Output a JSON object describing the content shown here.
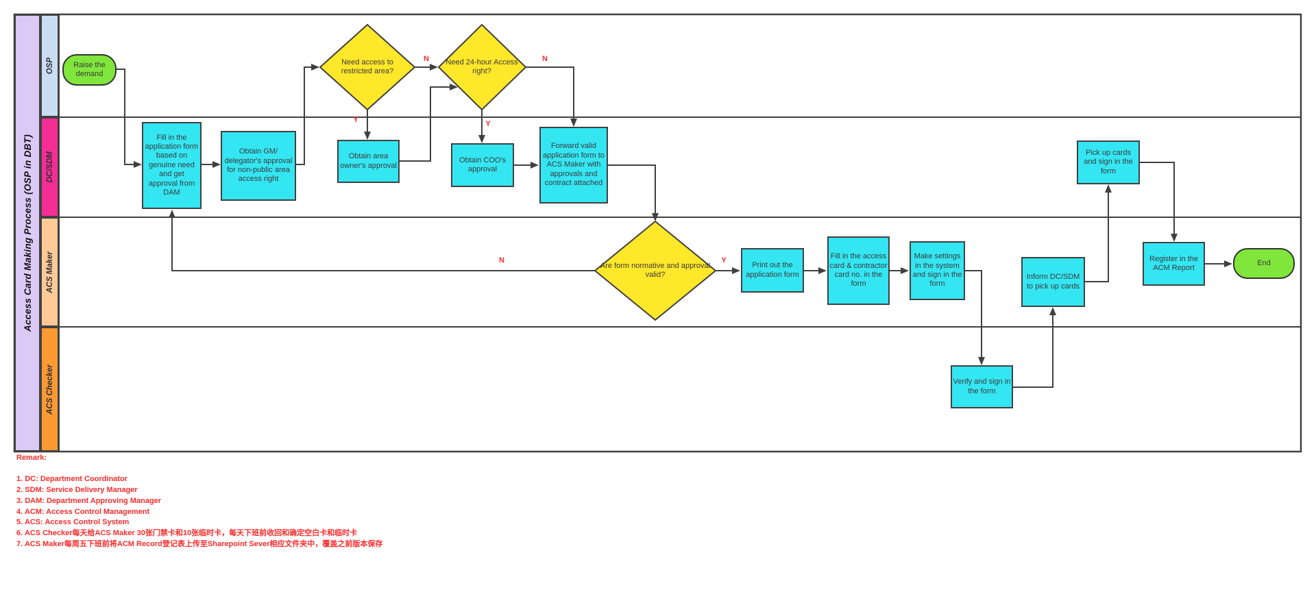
{
  "diagram": {
    "title": "Access Card Making Process (OSP in DBT)",
    "lanes": {
      "osp": "OSP",
      "dc_sdm": "DC/SDM",
      "acs_maker": "ACS Maker",
      "acs_checker": "ACS Checker"
    },
    "nodes": {
      "raise_demand": "Raise the demand",
      "need_restricted": "Need access to restricted area?",
      "need_24hour": "Need 24-hour Access right?",
      "fill_form": "Fill in the application form based on genuine need and get approval from DAM",
      "obtain_gm": "Obtain GM/ delegator's approval for non-public area access right",
      "obtain_area": "Obtain area owner's approval",
      "obtain_coo": "Obtain COO's approval",
      "forward_valid": "Forward valid application form to ACS Maker with approvals and contract attached",
      "form_valid": "Are form normative and approval valid?",
      "print_form": "Print out the application form",
      "fill_card": "Fill in the access card & contractor card no. in the form",
      "make_settings": "Make settings in the system and sign in the form",
      "inform_dcsdm": "Inform DC/SDM to pick up cards",
      "pick_up": "Pick up cards and sign in the form",
      "register_acm": "Register in the ACM Report",
      "end": "End",
      "verify_sign": "Verify and sign in the form"
    },
    "branch": {
      "yes": "Y",
      "no": "N"
    },
    "remarks": {
      "heading": "Remark:",
      "lines": [
        "1. DC: Department Coordinator",
        "2. SDM: Service Delivery Manager",
        "3. DAM: Department Approving Manager",
        "4. ACM: Access Control Management",
        "5. ACS: Access Control System",
        "6. ACS Checker每天给ACS Maker 30张门禁卡和10张临时卡，每天下班前收回和确定空白卡和临时卡",
        "7. ACS Maker每周五下班前将ACM Record登记表上传至Sharepoint Sever相应文件夹中，覆盖之前版本保存"
      ]
    },
    "colors": {
      "lane_title_bg": "#DCC9F5",
      "lane_osp_bg": "#C9DEF2",
      "lane_dc_sdm_bg": "#F42E94",
      "lane_acs_maker_bg": "#FFCA96",
      "lane_acs_checker_bg": "#FB9A33",
      "process_fill": "#33E6F2",
      "decision_fill": "#FFE729",
      "terminator_fill": "#80E63C",
      "line_color": "#404040",
      "branch_label_color": "#FB2B2B",
      "remark_color": "#FB2B2B"
    }
  }
}
